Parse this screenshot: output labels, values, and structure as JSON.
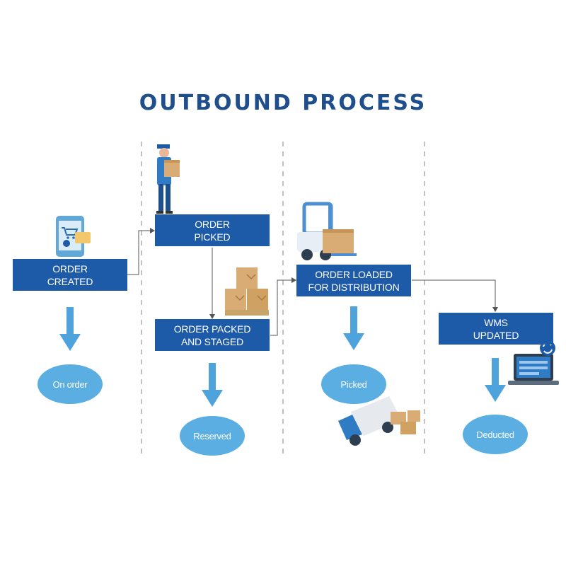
{
  "title": "OUTBOUND PROCESS",
  "stages": [
    {
      "label": "ORDER\nCREATED"
    },
    {
      "label": "ORDER\nPICKED"
    },
    {
      "label": "ORDER PACKED\nAND STAGED"
    },
    {
      "label": "ORDER LOADED\nFOR DISTRIBUTION"
    },
    {
      "label": "WMS\nUPDATED"
    }
  ],
  "statuses": [
    "On order",
    "Reserved",
    "Picked",
    "Deducted"
  ],
  "colors": {
    "box": "#1d5aa8",
    "status": "#5aaee2",
    "arrow": "#4fa3dc",
    "title": "#1f4e8c"
  }
}
